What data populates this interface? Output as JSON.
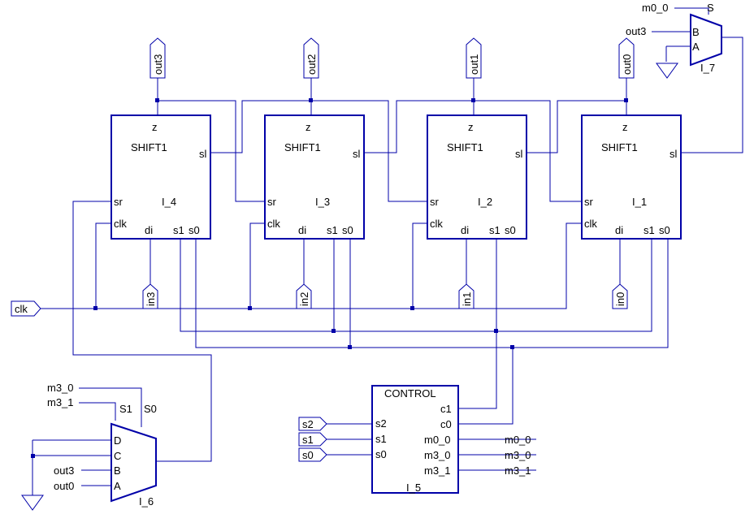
{
  "colors": {
    "wire": "#0000a8",
    "text": "#000000",
    "background": "#ffffff"
  },
  "shift_blocks": [
    {
      "title": "SHIFT1",
      "instance": "I_4",
      "pins": {
        "z": "z",
        "sl": "sl",
        "sr": "sr",
        "clk": "clk",
        "di": "di",
        "s1": "s1",
        "s0": "s0"
      }
    },
    {
      "title": "SHIFT1",
      "instance": "I_3",
      "pins": {
        "z": "z",
        "sl": "sl",
        "sr": "sr",
        "clk": "clk",
        "di": "di",
        "s1": "s1",
        "s0": "s0"
      }
    },
    {
      "title": "SHIFT1",
      "instance": "I_2",
      "pins": {
        "z": "z",
        "sl": "sl",
        "sr": "sr",
        "clk": "clk",
        "di": "di",
        "s1": "s1",
        "s0": "s0"
      }
    },
    {
      "title": "SHIFT1",
      "instance": "I_1",
      "pins": {
        "z": "z",
        "sl": "sl",
        "sr": "sr",
        "clk": "clk",
        "di": "di",
        "s1": "s1",
        "s0": "s0"
      }
    }
  ],
  "outputs": [
    "out3",
    "out2",
    "out1",
    "out0"
  ],
  "inputs": [
    "in3",
    "in2",
    "in1",
    "in0"
  ],
  "clk_port": "clk",
  "control": {
    "title": "CONTROL",
    "instance": "I_5",
    "inputs": [
      "s2",
      "s1",
      "s0"
    ],
    "outputs": [
      "c1",
      "c0",
      "m0_0",
      "m3_0",
      "m3_1"
    ],
    "ext_inputs": [
      "s2",
      "s1",
      "s0"
    ],
    "ext_outputs": [
      "m0_0",
      "m3_0",
      "m3_1"
    ]
  },
  "mux4": {
    "instance": "I_6",
    "sel_labels": [
      "S1",
      "S0"
    ],
    "sel_nets": [
      "m3_0",
      "m3_1"
    ],
    "inputs": [
      "D",
      "C",
      "B",
      "A"
    ],
    "input_nets": [
      "out3",
      "out0"
    ]
  },
  "mux2": {
    "instance": "I_7",
    "sel_label": "S",
    "sel_net": "m0_0",
    "inputs": [
      "B",
      "A"
    ],
    "input_net": "out3"
  }
}
